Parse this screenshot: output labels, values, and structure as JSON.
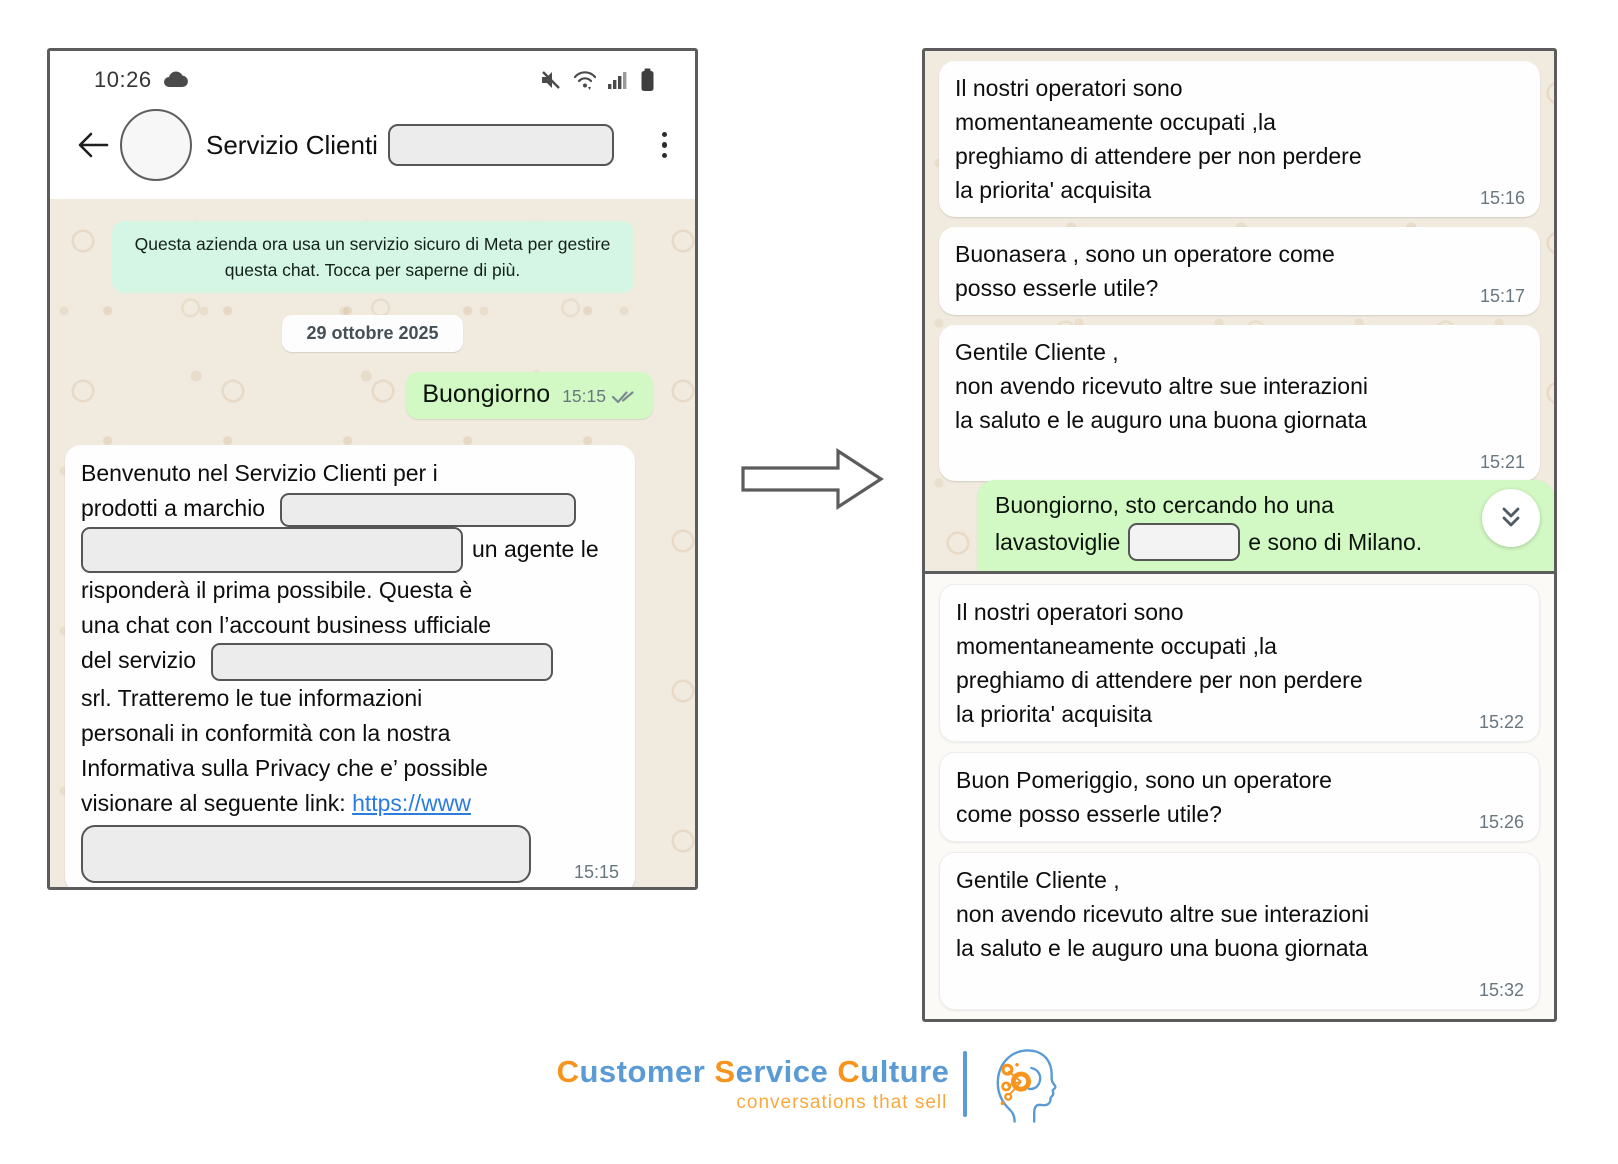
{
  "left_phone": {
    "status_bar": {
      "time": "10:26"
    },
    "header": {
      "title": "Servizio Clienti"
    },
    "notice": "Questa azienda ora usa un servizio sicuro di Meta per gestire questa chat. Tocca per saperne di più.",
    "date_chip": "29 ottobre 2025",
    "outgoing": {
      "text": "Buongiorno",
      "time": "15:15"
    },
    "welcome": {
      "l1": "Benvenuto nel Servizio Clienti per i",
      "l2": "prodotti a marchio",
      "l3_after": "un agente le",
      "l4": "risponderà il prima  possibile. Questa è",
      "l5": "una chat con l’account business ufficiale",
      "l6": "del servizio",
      "l7": "srl. Tratteremo le tue informazioni",
      "l8": "personali in conformità con la nostra",
      "l9": "Informativa sulla Privacy che e’  possible",
      "l10": "visionare al seguente link: ",
      "link": "https://www",
      "time": "15:15"
    }
  },
  "right_phone": {
    "top_messages": [
      {
        "text": "Il nostri operatori sono\nmomentaneamente occupati ,la\npreghiamo di attendere per non perdere\nla priorita' acquisita",
        "time": "15:16"
      },
      {
        "text": "Buonasera , sono un operatore come\nposso esserle utile?",
        "time": "15:17"
      },
      {
        "text": "Gentile Cliente ,\nnon avendo ricevuto altre sue interazioni\nla saluto e le auguro una buona giornata",
        "time": "15:21"
      }
    ],
    "outgoing": {
      "line1": "Buongiorno, sto cercando ho una",
      "line2_before": "lavastoviglie",
      "line2_after": "e sono di Milano."
    },
    "bottom_messages": [
      {
        "text": "Il nostri operatori sono\nmomentaneamente occupati ,la\npreghiamo di attendere per non perdere\nla priorita' acquisita",
        "time": "15:22"
      },
      {
        "text": "Buon Pomeriggio, sono un operatore\ncome posso esserle utile?",
        "time": "15:26"
      },
      {
        "text": "Gentile Cliente ,\nnon avendo ricevuto altre sue interazioni\nla saluto e le auguro una buona giornata",
        "time": "15:32"
      }
    ]
  },
  "footer": {
    "w1_init": "C",
    "w1_rest": "ustomer ",
    "w2_init": "S",
    "w2_rest": "ervice ",
    "w3_init": "C",
    "w3_rest": "ulture",
    "tagline": "conversations that sell"
  },
  "colors": {
    "outgoing_green": "#d2f9c4",
    "notice_mint": "#d5f6e4",
    "chat_beige": "#f1eadf",
    "brand_blue": "#5b9bd5",
    "brand_orange": "#f7941d",
    "link_blue": "#2a7cdf"
  }
}
